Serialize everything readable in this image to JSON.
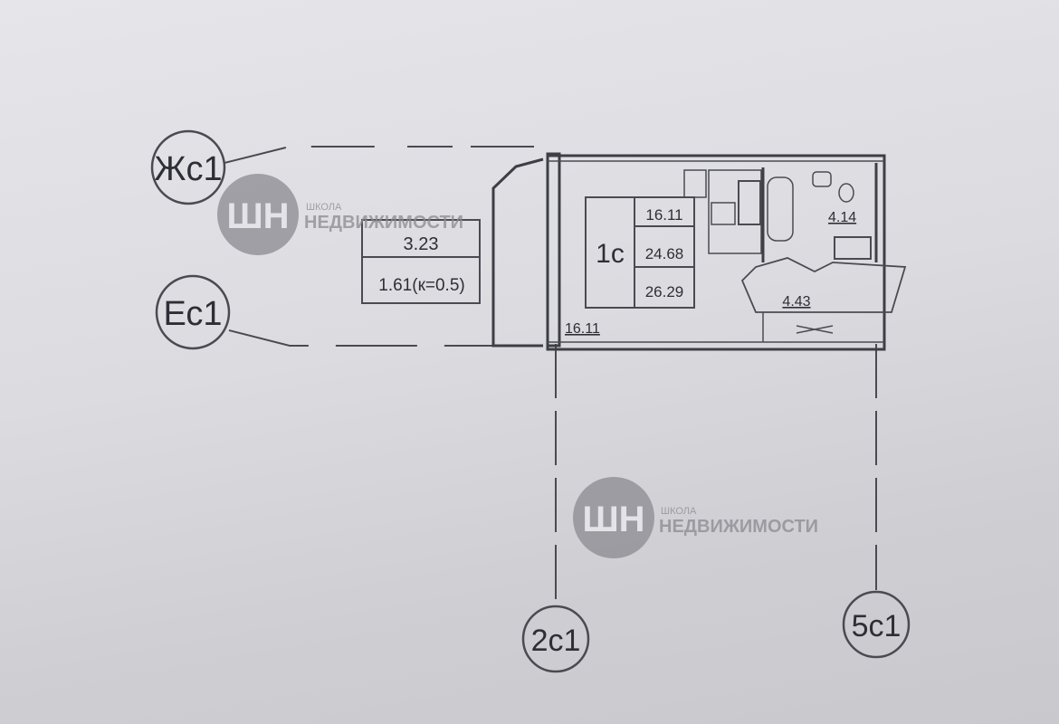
{
  "axes": {
    "zh": "Жс1",
    "e": "Ес1",
    "two": "2с1",
    "five": "5с1"
  },
  "balcony": {
    "area": "3.23",
    "reduced_area": "1.61(к=0.5)"
  },
  "apartment": {
    "type": "1с",
    "living_area": "16.11",
    "total_area": "24.68",
    "total_with_balcony": "26.29"
  },
  "rooms": {
    "living_room": "16.11",
    "bathroom": "4.14",
    "hallway": "4.43"
  },
  "watermark": {
    "logo": "ШН",
    "line1": "ШКОЛА",
    "line2": "НЕДВИЖИМОСТИ"
  }
}
